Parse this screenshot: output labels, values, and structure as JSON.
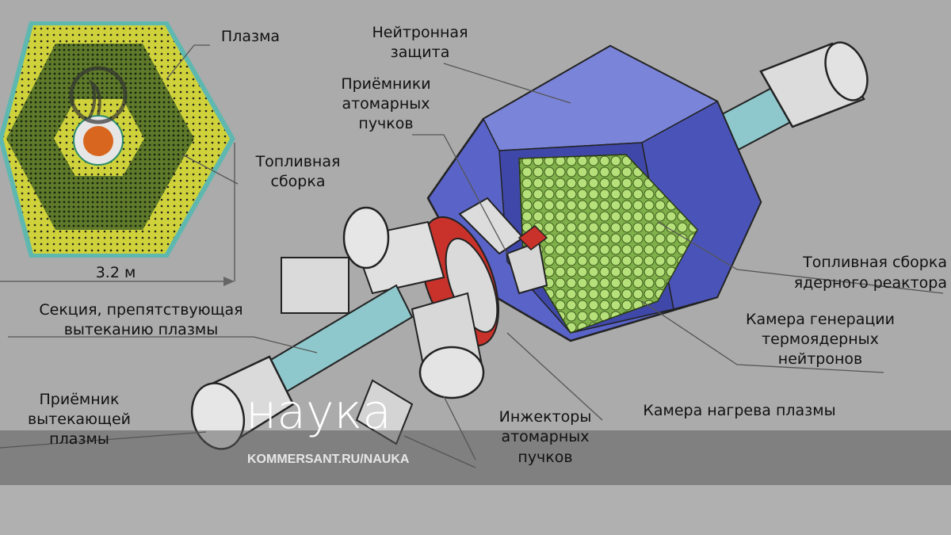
{
  "labels": {
    "plasma": "Плазма",
    "neutron_shield": [
      "Нейтронная",
      "защита"
    ],
    "beam_receivers": [
      "Приёмники",
      "атомарных",
      "пучков"
    ],
    "fuel_assembly": [
      "Топливная",
      "сборка"
    ],
    "dimension": "3.2 м",
    "reactor_fuel_assembly": [
      "Топливная сборка",
      "ядерного реактора"
    ],
    "leak_section": [
      "Секция, препятствующая",
      "вытеканию плазмы"
    ],
    "neutron_chamber": [
      "Камера генерации",
      "термоядерных",
      "нейтронов"
    ],
    "plasma_receiver": [
      "Приёмник",
      "вытекающей",
      "плазмы"
    ],
    "heating_chamber": "Камера нагрева плазмы",
    "injectors": [
      "Инжекторы",
      "атомарных",
      "пучков"
    ]
  },
  "watermark": {
    "title": "наука",
    "url": "KOMMERSANT.RU/NAUKA"
  },
  "colors": {
    "background": "#ababab",
    "shield_blue": "#5a64c8",
    "fuel_green": "#a8d86a",
    "core_yellow": "#cfd23a",
    "heater_red": "#c8322a",
    "pipe_cyan": "#8ec8cc"
  }
}
